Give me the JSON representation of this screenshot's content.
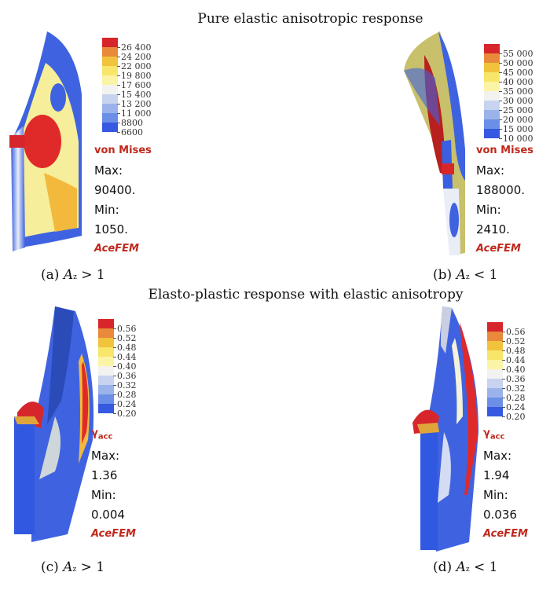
{
  "title_top": "Pure elastic anisotropic response",
  "title_bottom": "Elasto-plastic response with elastic anisotropy",
  "panels": [
    {
      "caption": "(a) A_z > 1",
      "label": "(a)",
      "quantity": "von Mises",
      "max_label": "Max:",
      "max_value": "90400.",
      "min_label": "Min:",
      "min_value": "1050.",
      "brand": "AceFEM",
      "ticks": [
        "26 400",
        "24 200",
        "22 000",
        "19 800",
        "17 600",
        "15 400",
        "13 200",
        "11 000",
        "8800",
        "6600"
      ]
    },
    {
      "caption": "(b) A_z < 1",
      "label": "(b)",
      "quantity": "von Mises",
      "max_label": "Max:",
      "max_value": "188000.",
      "min_label": "Min:",
      "min_value": "2410.",
      "brand": "AceFEM",
      "ticks": [
        "55 000",
        "50 000",
        "45 000",
        "40 000",
        "35 000",
        "30 000",
        "25 000",
        "20 000",
        "15 000",
        "10 000"
      ]
    },
    {
      "caption": "(c) A_z > 1",
      "label": "(c)",
      "quantity_main": "γ",
      "quantity_sub": "acc",
      "max_label": "Max:",
      "max_value": "1.36",
      "min_label": "Min:",
      "min_value": "0.004",
      "brand": "AceFEM",
      "ticks": [
        "0.56",
        "0.52",
        "0.48",
        "0.44",
        "0.40",
        "0.36",
        "0.32",
        "0.28",
        "0.24",
        "0.20"
      ]
    },
    {
      "caption": "(d) A_z < 1",
      "label": "(d)",
      "quantity_main": "γ",
      "quantity_sub": "acc",
      "max_label": "Max:",
      "max_value": "1.94",
      "min_label": "Min:",
      "min_value": "0.036",
      "brand": "AceFEM",
      "ticks": [
        "0.56",
        "0.52",
        "0.48",
        "0.44",
        "0.40",
        "0.36",
        "0.32",
        "0.28",
        "0.24",
        "0.20"
      ]
    }
  ],
  "colors": {
    "scale": [
      "#d7262b",
      "#e88a3a",
      "#f1c33c",
      "#f7e66a",
      "#fbf4a6",
      "#f2f3f0",
      "#c7d3ef",
      "#9bb3ea",
      "#6b8fe6",
      "#3559e0"
    ],
    "accent_red": "#c0281c",
    "blue": "#3158e0"
  }
}
